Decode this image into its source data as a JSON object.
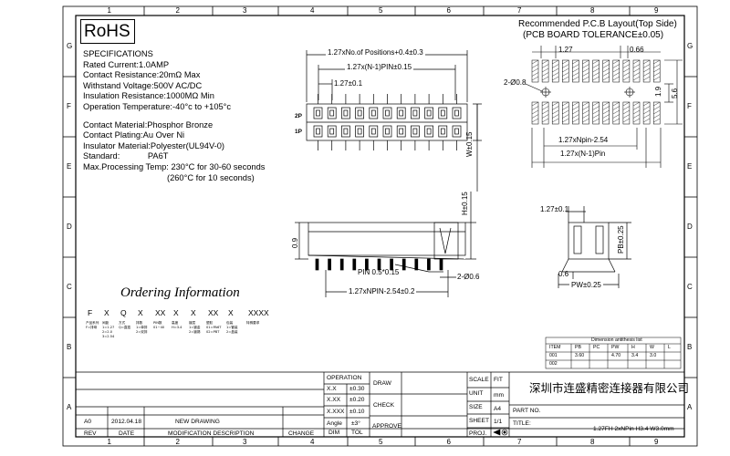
{
  "frame": {
    "columns": [
      "1",
      "2",
      "3",
      "4",
      "5",
      "6",
      "7",
      "8",
      "9"
    ],
    "rows": [
      "G",
      "F",
      "E",
      "D",
      "C",
      "B",
      "A"
    ]
  },
  "rohs": "RoHS",
  "specifications": {
    "title": "SPECIFICATIONS",
    "lines": [
      "Rated Current:1.0AMP",
      "Contact Resistance:20mΩ Max",
      "Withstand Voltage:500V AC/DC",
      "Insulation Resistance:1000MΩ Min",
      "Operation Temperature:-40°c to +105°c"
    ],
    "material_lines": [
      "Contact Material:Phosphor Bronze",
      "Contact Plating:Au Over Ni",
      "Insulator Material:Polyester(UL94V-0)",
      "Standard:",
      "Max.Processing Temp: 230°C for 30-60 seconds",
      "(260°C for 10 seconds)"
    ],
    "standard_value": "PA6T"
  },
  "ordering": {
    "title": "Ordering Information",
    "codes": [
      "F",
      "X",
      "Q",
      "X",
      "XX",
      "X",
      "X",
      "XX",
      "X",
      "XXXX"
    ],
    "notes": [
      "产品系列\nF=排母",
      "间距\n1=1.27\n2=2.0\n3=2.54",
      "方式\nQ=直插",
      "排数\n1=单排\n2=双排",
      "PIN数\n01~40",
      "高度\nH=3.4",
      "镀层\n1=镀金\n2=镀锡",
      "塑胶\n01=PA6T\n02=PBT",
      "包装\n1=管装\n2=盒装",
      "特殊要求"
    ]
  },
  "top_view": {
    "dim_overall": "1.27xNo.of Positions+0.4±0.3",
    "dim_n1": "1.27x(N-1)PIN±0.15",
    "dim_pitch": "1.27±0.1",
    "label_2p": "2P",
    "label_1p": "1P",
    "dim_w": "W±0.15"
  },
  "side_view": {
    "dim_09": "0.9",
    "dim_h": "H±0.15",
    "pin": "PIN 0.5*0.15",
    "hole": "2-Ø0.6",
    "dim_bottom": "1.27xNPIN-2.54±0.2"
  },
  "pcb": {
    "title": "Recommended P.C.B Layout(Top Side)",
    "subtitle": "(PCB BOARD TOLERANCE±0.05)",
    "dim_pitch": "1.27",
    "dim_pad": "0.66",
    "dim_hole": "2-Ø0.8",
    "dim_19": "1.9",
    "dim_56": "5.6",
    "dim_npin": "1.27xNpin-2.54",
    "dim_n1": "1.27x(N-1)Pin"
  },
  "end_view": {
    "dim_top": "1.27±0.1",
    "dim_pb": "PB±0.25",
    "dim_06": "0.6",
    "dim_pw": "PW±0.25"
  },
  "dimension_table": {
    "title": "Dimension antithesis list",
    "headers": [
      "ITEM",
      "PB",
      "PC",
      "PW",
      "H",
      "W",
      "L"
    ],
    "rows": [
      [
        "001",
        "3.60",
        "",
        "4.70",
        "3.4",
        "3.0",
        ""
      ],
      [
        "002",
        "",
        "",
        "",
        "",
        "",
        ""
      ]
    ]
  },
  "title_block": {
    "operation": "OPERATION",
    "tol_labels": [
      "X.X",
      "X.XX",
      "X.XXX",
      "Angle"
    ],
    "tol_values": [
      "±0.30",
      "±0.20",
      "±0.10",
      "±3°"
    ],
    "dim": "DIM",
    "tol": "TOL",
    "draw": "DRAW",
    "check": "CHECK",
    "approve": "APPROVE",
    "scale": "SCALE",
    "scale_val": "FIT",
    "unit": "UNIT",
    "unit_val": "mm",
    "size": "SIZE",
    "size_val": "A4",
    "sheet": "SHEET",
    "sheet_val": "1/1",
    "proj": "PROJ.",
    "company": "深圳市连盛精密连接器有限公司",
    "part_no": "PART NO.",
    "title_label": "TITLE:",
    "title_value": "1.27FH 2xNPin H3.4 W3.0mm",
    "revision": {
      "rev": "A0",
      "date": "2012.04.18",
      "desc": "NEW DRAWING"
    },
    "rev_headers": [
      "REV",
      "DATE",
      "MODIFICATION DESCRIPTION",
      "CHANGE"
    ]
  }
}
